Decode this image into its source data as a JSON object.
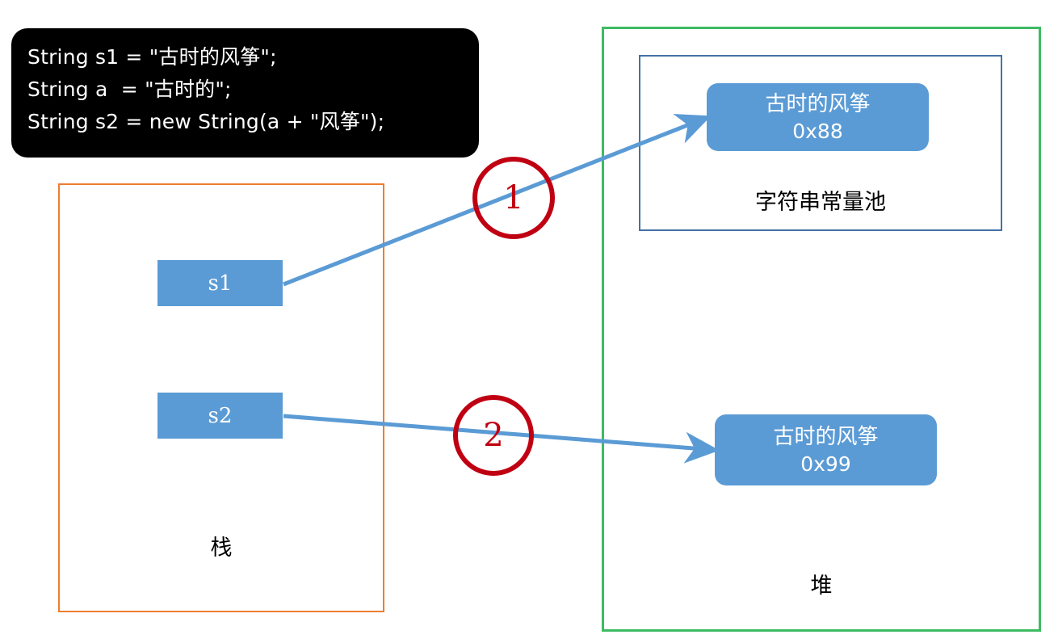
{
  "code_block": {
    "lines": [
      "String s1 = \"古时的风筝\";",
      "String a  = \"古时的\";",
      "String s2 = new String(a + \"风筝\");"
    ]
  },
  "stack": {
    "label": "栈",
    "border_color": "#ED7D31",
    "variables": [
      {
        "name": "s1"
      },
      {
        "name": "s2"
      }
    ]
  },
  "heap": {
    "label": "堆",
    "border_color": "#3DBB63",
    "pool": {
      "label": "字符串常量池",
      "border_color": "#4472A4",
      "object": {
        "value": "古时的风筝",
        "address": "0x88"
      }
    },
    "object": {
      "value": "古时的风筝",
      "address": "0x99"
    }
  },
  "arrows": [
    {
      "id": "1",
      "from": "s1",
      "to": "pool-object",
      "marker": "1"
    },
    {
      "id": "2",
      "from": "s2",
      "to": "heap-object",
      "marker": "2"
    }
  ],
  "markers": {
    "one": "1",
    "two": "2",
    "color": "#C00012"
  },
  "colors": {
    "box_blue": "#5B9BD5",
    "arrow_blue": "#5B9BD5",
    "code_bg": "#000000",
    "code_fg": "#FFFFFF"
  }
}
